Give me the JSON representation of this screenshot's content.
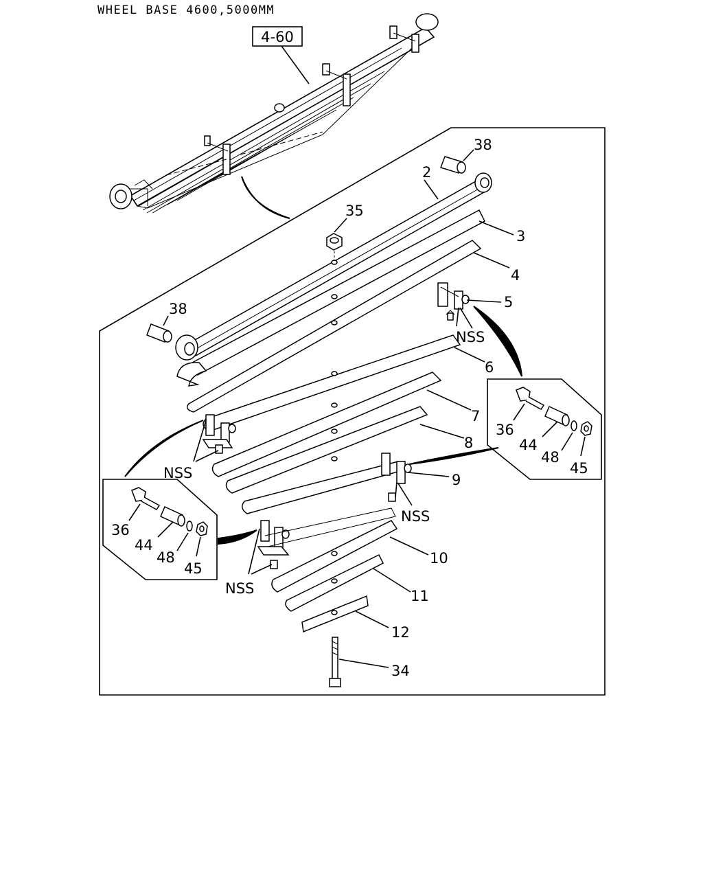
{
  "header": {
    "title": "WHEEL BASE 4600,5000MM"
  },
  "assembly_ref": "4-60",
  "callouts": {
    "c38a": "38",
    "c2": "2",
    "c35": "35",
    "c3": "3",
    "c4": "4",
    "c5": "5",
    "c38b": "38",
    "cnss1": "NSS",
    "c6": "6",
    "c7": "7",
    "c8": "8",
    "cnss2": "NSS",
    "c9": "9",
    "cnss3": "NSS",
    "c10": "10",
    "cnss4": "NSS",
    "c11": "11",
    "c12": "12",
    "c34": "34"
  },
  "detail_right": {
    "c36": "36",
    "c44": "44",
    "c48": "48",
    "c45": "45"
  },
  "detail_left": {
    "c36": "36",
    "c44": "44",
    "c48": "48",
    "c45": "45"
  }
}
